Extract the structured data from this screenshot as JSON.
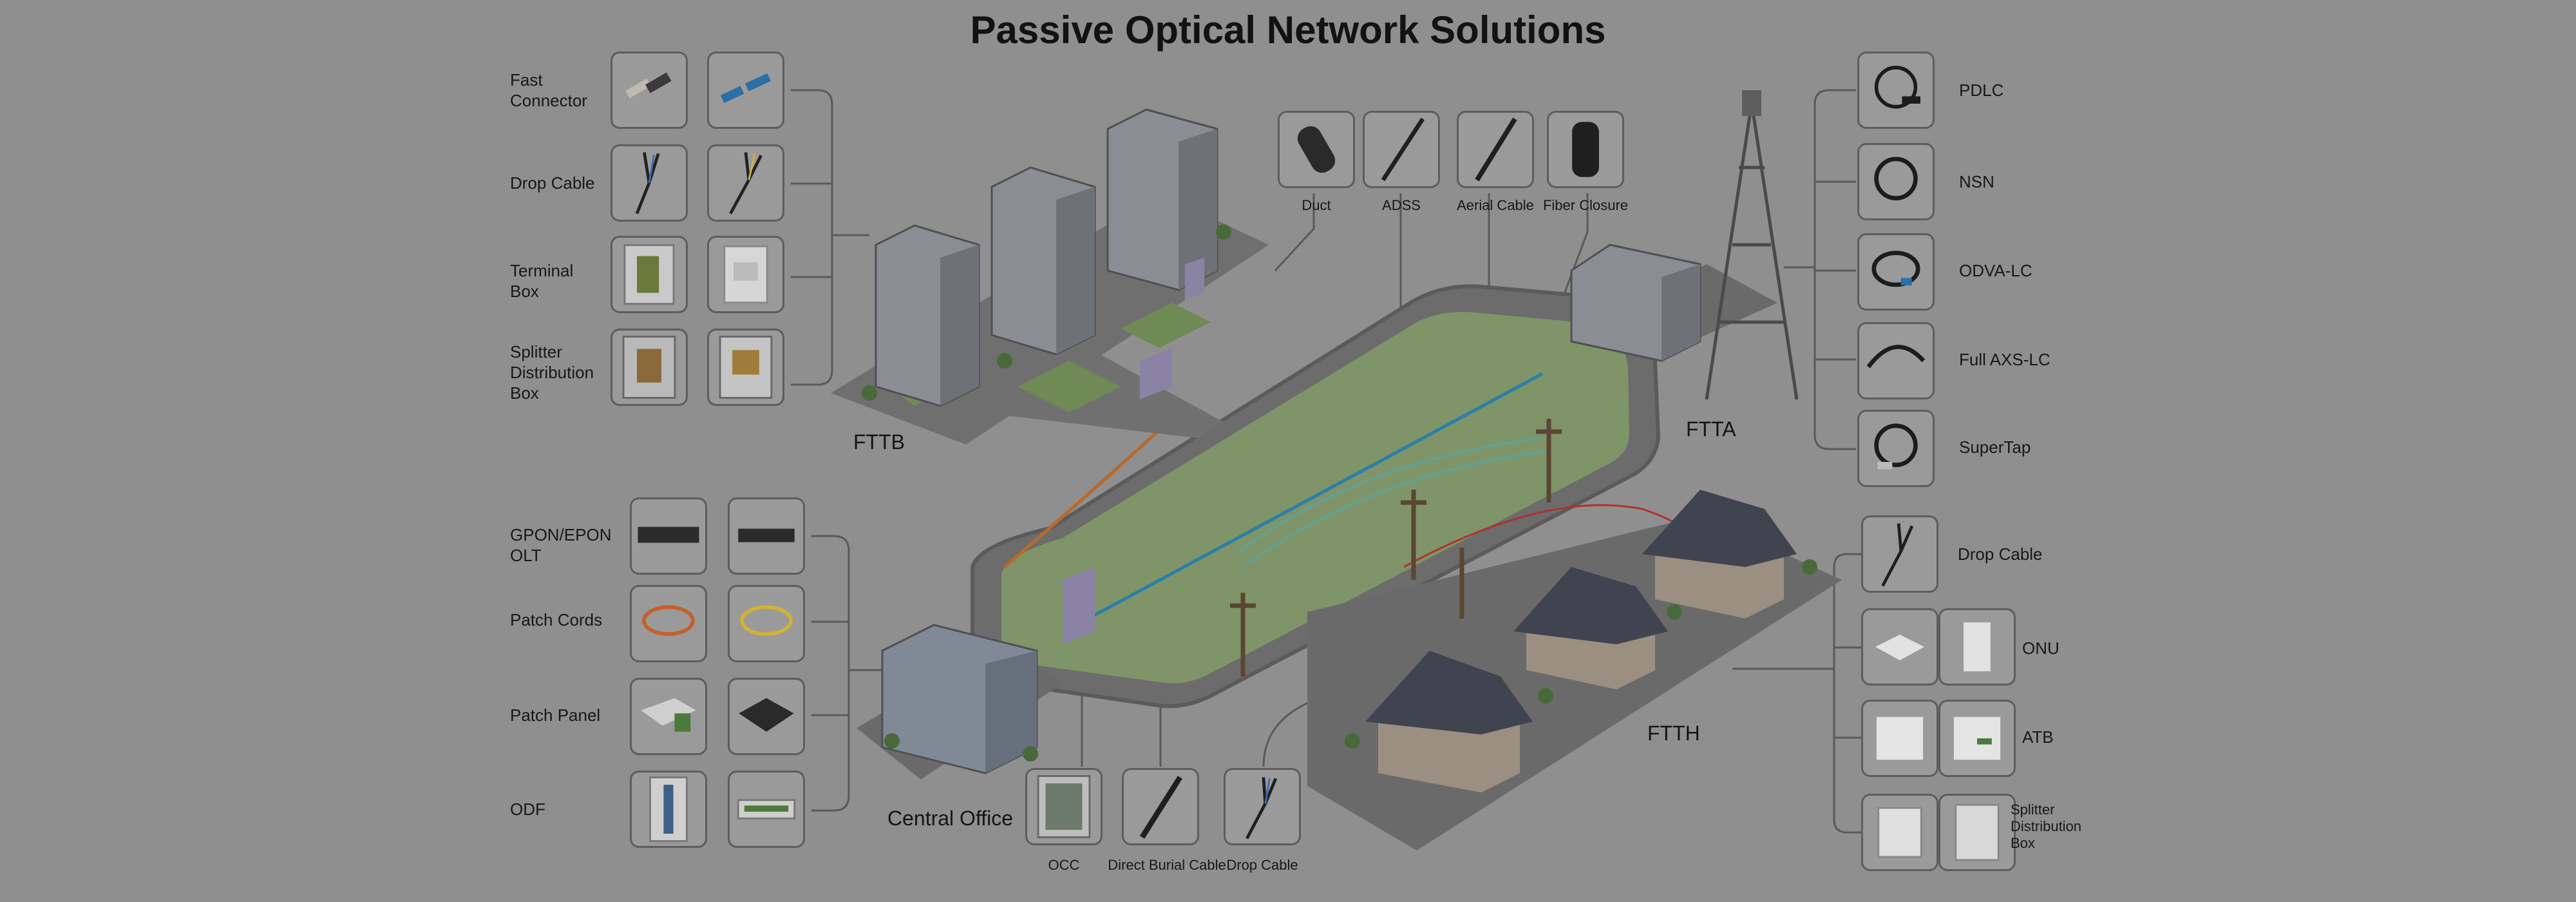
{
  "title": "Passive Optical Network Solutions",
  "zones": {
    "fttb": "FTTB",
    "ftta": "FTTA",
    "ftth": "FTTH",
    "central_office": "Central Office"
  },
  "fttb_items": [
    "Fast Connector",
    "Drop Cable",
    "Terminal Box",
    "Splitter Distribution Box"
  ],
  "outside_plant": [
    "Duct",
    "ADSS",
    "Aerial Cable",
    "Fiber Closure"
  ],
  "ftta_items": [
    "PDLC",
    "NSN",
    "ODVA-LC",
    "Full AXS-LC",
    "SuperTap"
  ],
  "co_items": [
    "GPON/EPON OLT",
    "Patch Cords",
    "Patch Panel",
    "ODF"
  ],
  "co_bottom": [
    "OCC",
    "Direct Burial Cable",
    "Drop Cable"
  ],
  "ftth_items": [
    "Drop Cable",
    "ONU",
    "ATB",
    "Splitter Distribution Box"
  ],
  "colors": {
    "background": "#8f8f8f",
    "road": "#6e6e6e",
    "field": "#7f9468",
    "fiber_blue": "#2b7fa8",
    "fiber_orange": "#b8692a",
    "fiber_red": "#b03030"
  }
}
